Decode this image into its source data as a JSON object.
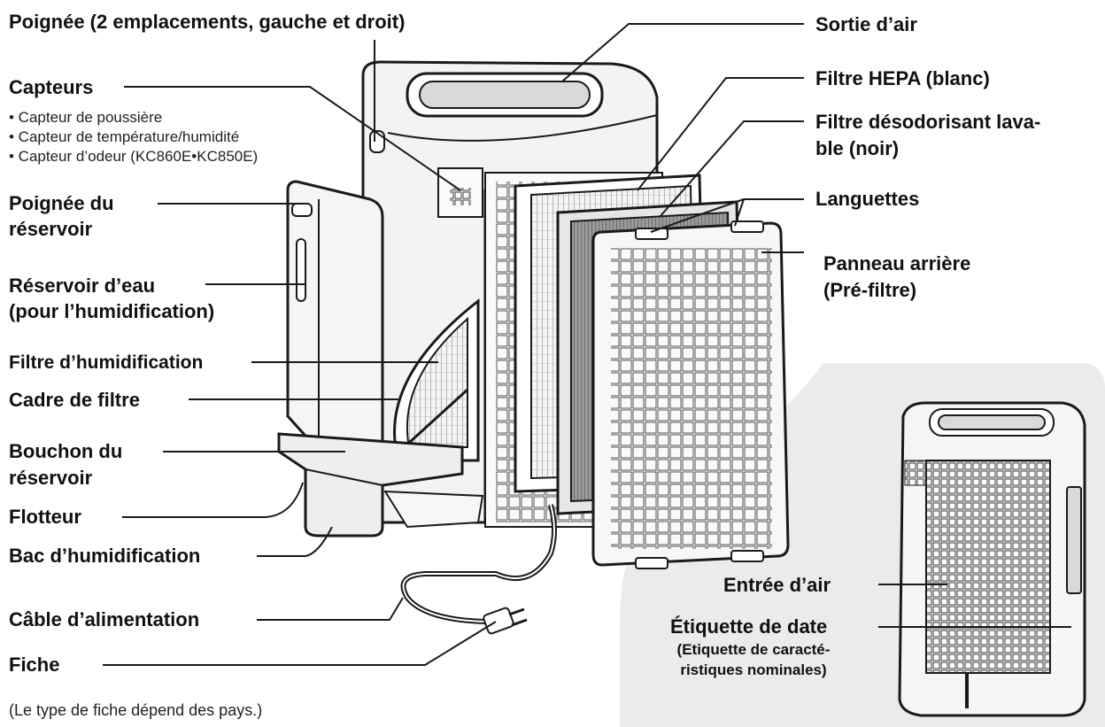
{
  "labels": {
    "handle": "Poignée (2 emplacements, gauche et droit)",
    "sensors": "Capteurs",
    "sensor_list": [
      "• Capteur de poussière",
      "• Capteur de température/humidité",
      "• Capteur d’odeur (KC860E•KC850E)"
    ],
    "tank_handle": [
      "Poignée du",
      "réservoir"
    ],
    "water_tank": [
      "Réservoir d’eau",
      "(pour l’humidification)"
    ],
    "humid_filter": "Filtre d’humidification",
    "filter_frame": "Cadre de filtre",
    "tank_cap": [
      "Bouchon du",
      "réservoir"
    ],
    "float": "Flotteur",
    "humid_tray": "Bac d’humidification",
    "power_cord": "Câble d’alimentation",
    "plug": "Fiche",
    "plug_note": "(Le type de fiche dépend des pays.)",
    "air_outlet": "Sortie d’air",
    "hepa": "Filtre HEPA (blanc)",
    "deodor": [
      "Filtre désodorisant lava-",
      "ble (noir)"
    ],
    "tabs": "Languettes",
    "rear_panel": [
      "Panneau arrière",
      "(Pré-filtre)"
    ],
    "air_inlet": "Entrée d’air",
    "date_label": "Étiquette de date",
    "rating_label": [
      "(Etiquette de caracté-",
      "ristiques nominales)"
    ]
  },
  "colors": {
    "line": "#1a1a1a",
    "body_fill": "#f3f3f3",
    "shade": "#d9d9d9",
    "inset_bg": "#ebebeb"
  }
}
